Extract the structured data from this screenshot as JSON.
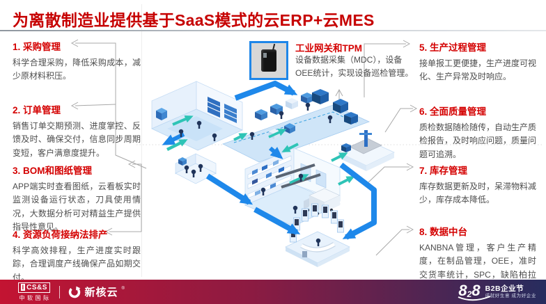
{
  "header": {
    "title": "为离散制造业提供基于SaaS模式的云ERP+云MES"
  },
  "items": [
    {
      "num": "1.",
      "title": "采购管理",
      "body": "科学合理采购，降低采购成本，减少原材料积压。"
    },
    {
      "num": "2.",
      "title": "订单管理",
      "body": "销售订单交期预测、进度掌控、反馈及时、确保交付，信息同步周期变短，客户满意度提升。"
    },
    {
      "num": "3.",
      "title": "BOM和图纸管理",
      "body": "APP端实时查看图纸，云看板实时监测设备运行状态，刀具使用情况，大数据分析可对精益生产提供指导性意见。"
    },
    {
      "num": "4.",
      "title": "资源负荷接纳法排产",
      "body": "科学高效排程，生产进度实时跟踪，合理调度产线确保产品如期交付。"
    },
    {
      "num": "5.",
      "title": "生产过程管理",
      "body": "接单报工更便捷，生产进度可视化、生产异常及时响应。"
    },
    {
      "num": "6.",
      "title": "全面质量管理",
      "body": "质检数据随检随传，自动生产质检报告，及时响应问题，质量问题可追溯。"
    },
    {
      "num": "7.",
      "title": "库存管理",
      "body": "库存数据更新及时，呆滞物料减少，库存成本降低。"
    },
    {
      "num": "8.",
      "title": "数据中台",
      "body": "KANBNA管理，客户生产精度，在制品管理，OEE，准时交货率统计，SPC，缺陷柏拉图。"
    }
  ],
  "gateway": {
    "title": "工业网关和TPM",
    "body": "设备数据采集（MDC），设备OEE统计，实现设备巡检管理。",
    "icon": "industrial-gateway-device-photo"
  },
  "footer": {
    "csands": {
      "i": "I",
      "abbr": "CS&S",
      "cn": "中软国际",
      "icon": "csands-box-logo"
    },
    "xinheyun": {
      "name": "新核云",
      "reg": "®",
      "icon": "ring-arrow-icon"
    },
    "b2b": {
      "d1": "8",
      "d2": "2",
      "d3": "8",
      "title": "B2B企业节",
      "slogan": "成就好生意 成为好企业",
      "icon": "828-swoosh-logo"
    }
  },
  "colors": {
    "title_red": "#C60000",
    "item_red": "#D40000",
    "body_text": "#4D4D4D",
    "flow_blue": "#1E88EA",
    "flow_teal": "#2EC4B6",
    "gateway_border": "#1E86E8",
    "footer_red": "#C31432",
    "footer_navy": "#272C5E",
    "building_fill": "#D8EAFA"
  }
}
